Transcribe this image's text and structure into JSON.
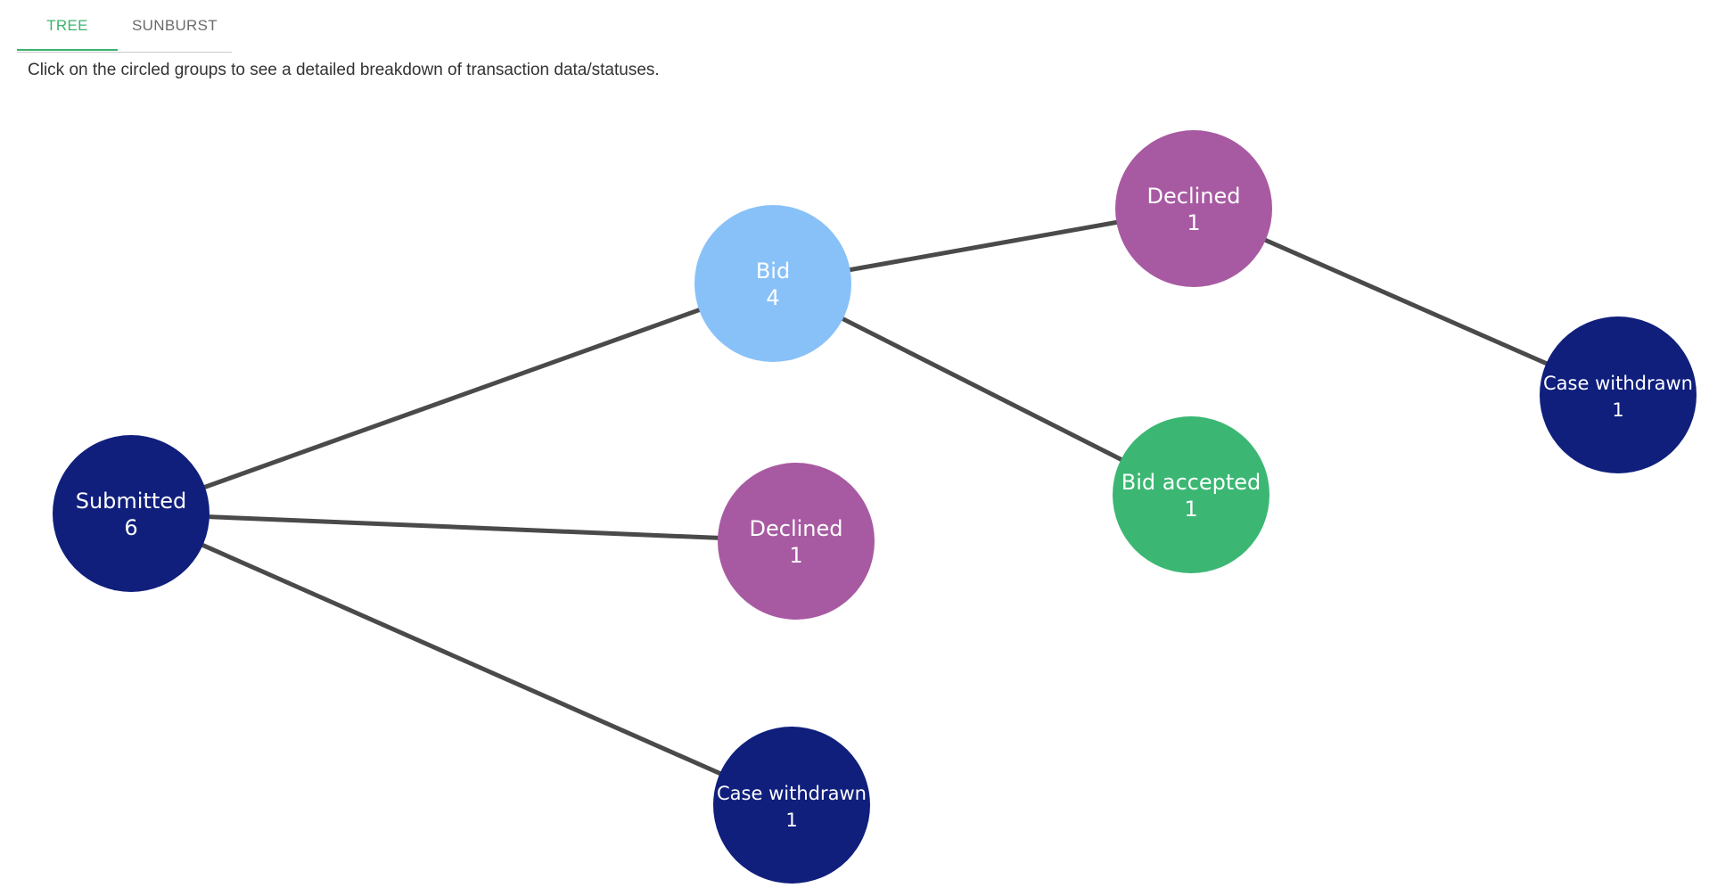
{
  "tabs": [
    {
      "label": "TREE",
      "active": true
    },
    {
      "label": "SUNBURST",
      "active": false
    }
  ],
  "instruction": "Click on the circled groups to see a detailed breakdown of transaction data/statuses.",
  "colors": {
    "submitted": "#101f7c",
    "bid": "#88c1f8",
    "declined": "#a75aa2",
    "accepted": "#3bb773",
    "withdrawn": "#101f7c",
    "edge": "#4a4a4a",
    "tab_active": "#3bb46f"
  },
  "tree": {
    "nodes": [
      {
        "id": "submitted",
        "label": "Submitted",
        "count": "6",
        "color": "submitted"
      },
      {
        "id": "bid",
        "label": "Bid",
        "count": "4",
        "color": "bid"
      },
      {
        "id": "declined-1",
        "label": "Declined",
        "count": "1",
        "color": "declined"
      },
      {
        "id": "withdrawn-1",
        "label": "Case withdrawn",
        "count": "1",
        "color": "withdrawn"
      },
      {
        "id": "declined-2",
        "label": "Declined",
        "count": "1",
        "color": "declined"
      },
      {
        "id": "accepted",
        "label": "Bid accepted",
        "count": "1",
        "color": "accepted"
      },
      {
        "id": "withdrawn-2",
        "label": "Case withdrawn",
        "count": "1",
        "color": "withdrawn"
      }
    ],
    "edges": [
      {
        "from": "submitted",
        "to": "bid"
      },
      {
        "from": "submitted",
        "to": "declined-1"
      },
      {
        "from": "submitted",
        "to": "withdrawn-1"
      },
      {
        "from": "bid",
        "to": "declined-2"
      },
      {
        "from": "bid",
        "to": "accepted"
      },
      {
        "from": "declined-2",
        "to": "withdrawn-2"
      }
    ]
  }
}
